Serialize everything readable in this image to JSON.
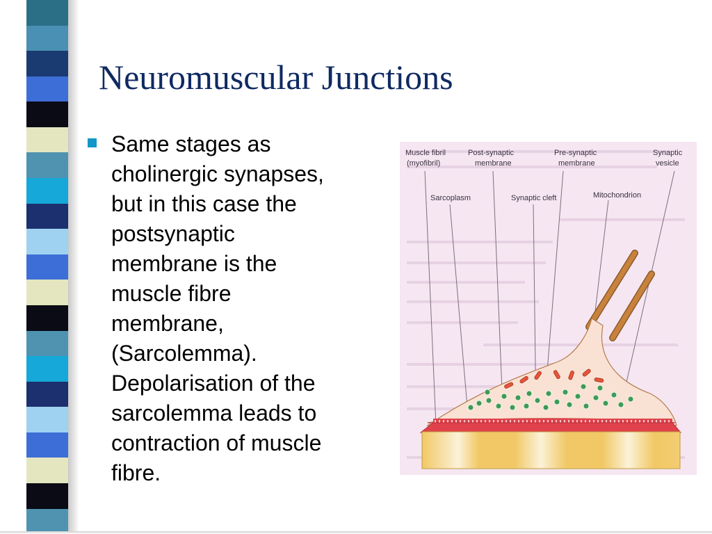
{
  "slide": {
    "title": "Neuromuscular Junctions",
    "bullet": {
      "lines": [
        "Same stages as",
        "cholinergic synapses,",
        "but in this case the",
        "postsynaptic",
        "membrane is the",
        "muscle fibre",
        "membrane,",
        "(Sarcolemma).",
        "Depolarisation of the",
        "sarcolemma leads to",
        "contraction of muscle",
        "fibre."
      ]
    }
  },
  "figure": {
    "labels": {
      "muscle_fibre_1": "Muscle fibril",
      "muscle_fibre_2": "(myofibril)",
      "post_synaptic_1": "Post-synaptic",
      "post_synaptic_2": "membrane",
      "pre_synaptic_1": "Pre-synaptic",
      "pre_synaptic_2": "membrane",
      "synaptic_vesicle_1": "Synaptic",
      "synaptic_vesicle_2": "vesicle",
      "sarcoplasm": "Sarcoplasm",
      "synaptic_cleft": "Synaptic cleft",
      "mitochondrion": "Mitochondrion"
    }
  },
  "colors": {
    "title": "#0f2a62",
    "bullet": "#1297c8",
    "figure_background": "#f5e6f2",
    "nerve_ending": "#f9e2d4",
    "membrane_red": "#e0414b",
    "vesicle": "#3f9a55",
    "mitochondrion": "#e4553c",
    "muscle_fibre": "#f3cd72",
    "axon": "#c8823c"
  }
}
